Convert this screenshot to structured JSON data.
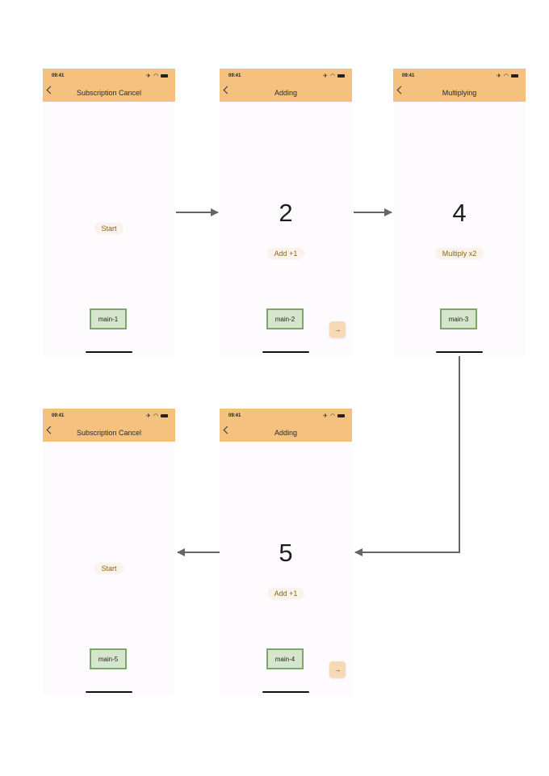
{
  "screens": [
    {
      "time": "09:41",
      "title": "Subscription Cancel",
      "counter": "",
      "button": "Start",
      "tag": "main-1"
    },
    {
      "time": "09:41",
      "title": "Adding",
      "counter": "2",
      "button": "Add +1",
      "tag": "main-2"
    },
    {
      "time": "09:41",
      "title": "Multiplying",
      "counter": "4",
      "button": "Multiply x2",
      "tag": "main-3"
    },
    {
      "time": "09:41",
      "title": "Subscription Cancel",
      "counter": "",
      "button": "Start",
      "tag": "main-5"
    },
    {
      "time": "09:41",
      "title": "Adding",
      "counter": "5",
      "button": "Add +1",
      "tag": "main-4"
    }
  ],
  "colors": {
    "nav_bar": "#f4c27e",
    "tag_fill": "#d6e6cc",
    "tag_border": "#7aa86b",
    "button_text": "#8a6420",
    "arrow": "#666666"
  },
  "icons": [
    "back-chevron-icon",
    "airplane-icon",
    "wifi-icon",
    "battery-icon",
    "forward-arrow-icon"
  ]
}
